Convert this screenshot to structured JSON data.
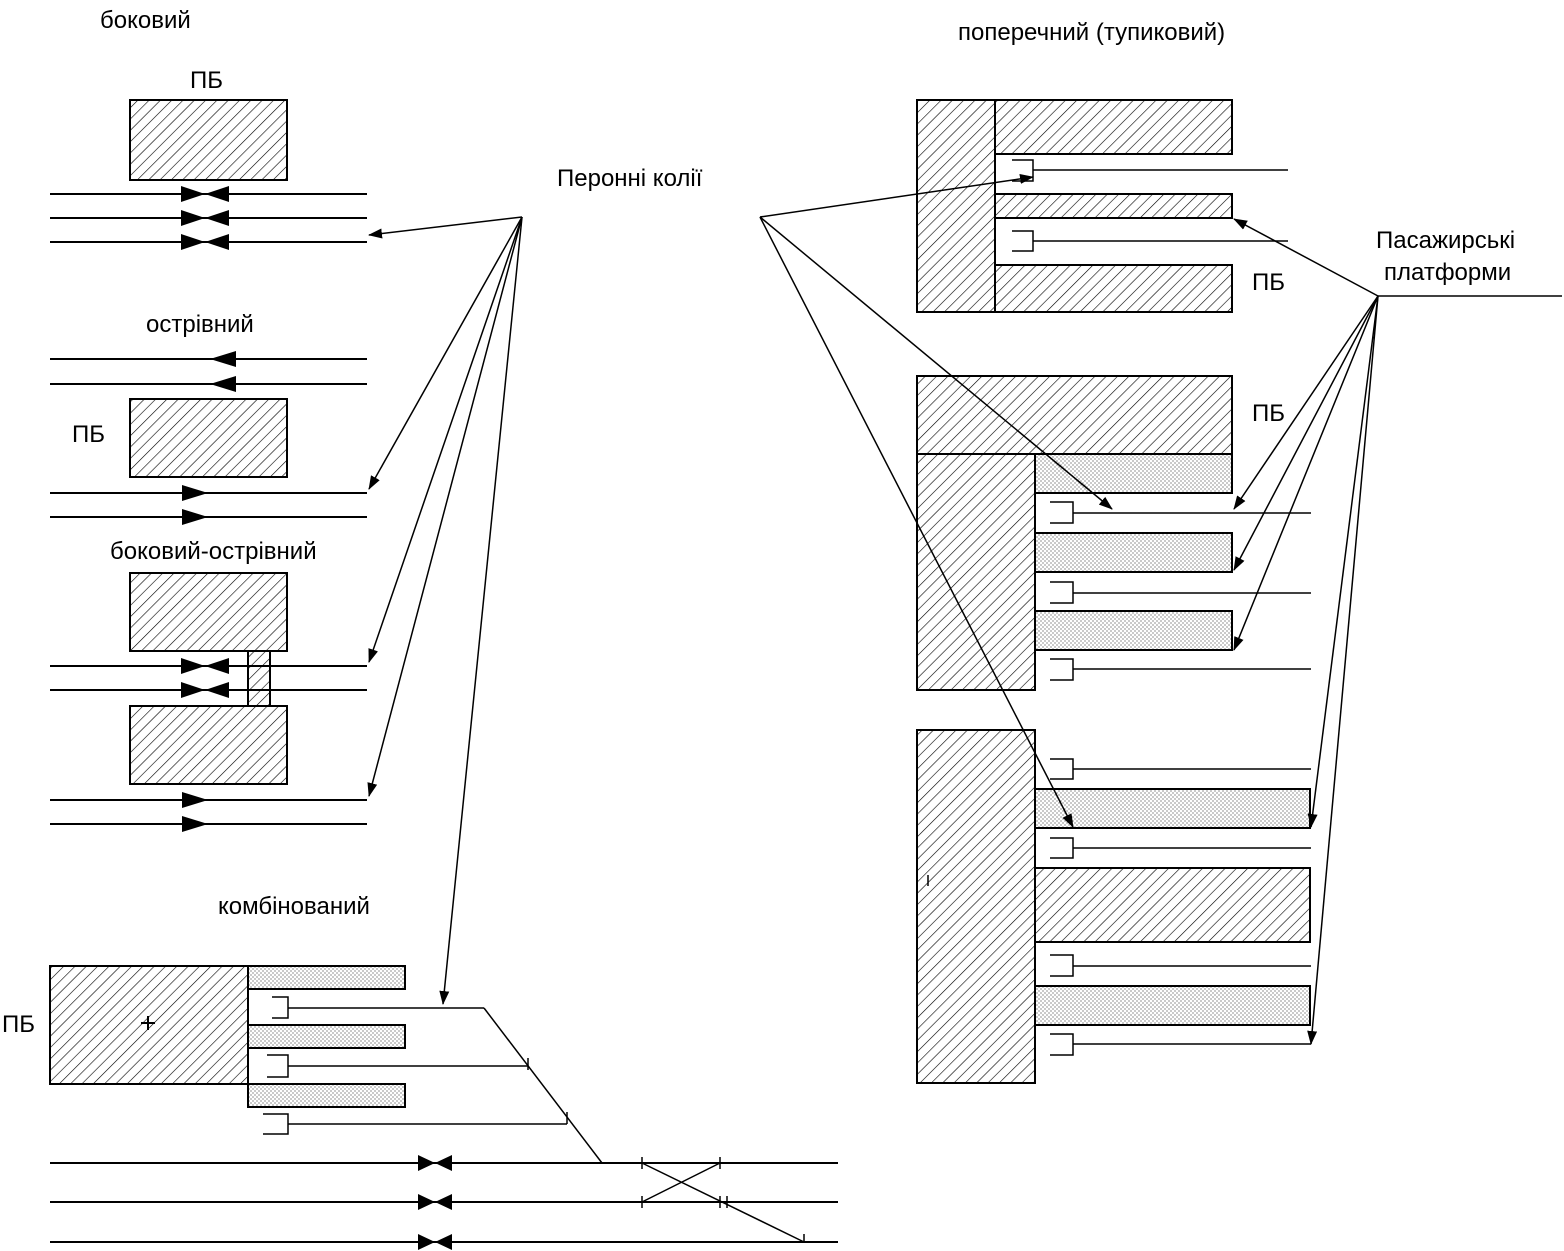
{
  "labels": {
    "bokovyi": "боковий",
    "ostrivnyi": "острівний",
    "bokovyi_ostrivnyi": "боковий-острівний",
    "kombinovanyi": "комбінований",
    "poperechnyi": "поперечний (тупиковий)",
    "peronni_kolii": "Перонні колії",
    "pasazhyrski_line1": "Пасажирські",
    "pasazhyrski_line2": "платформи",
    "pb": "ПБ"
  }
}
